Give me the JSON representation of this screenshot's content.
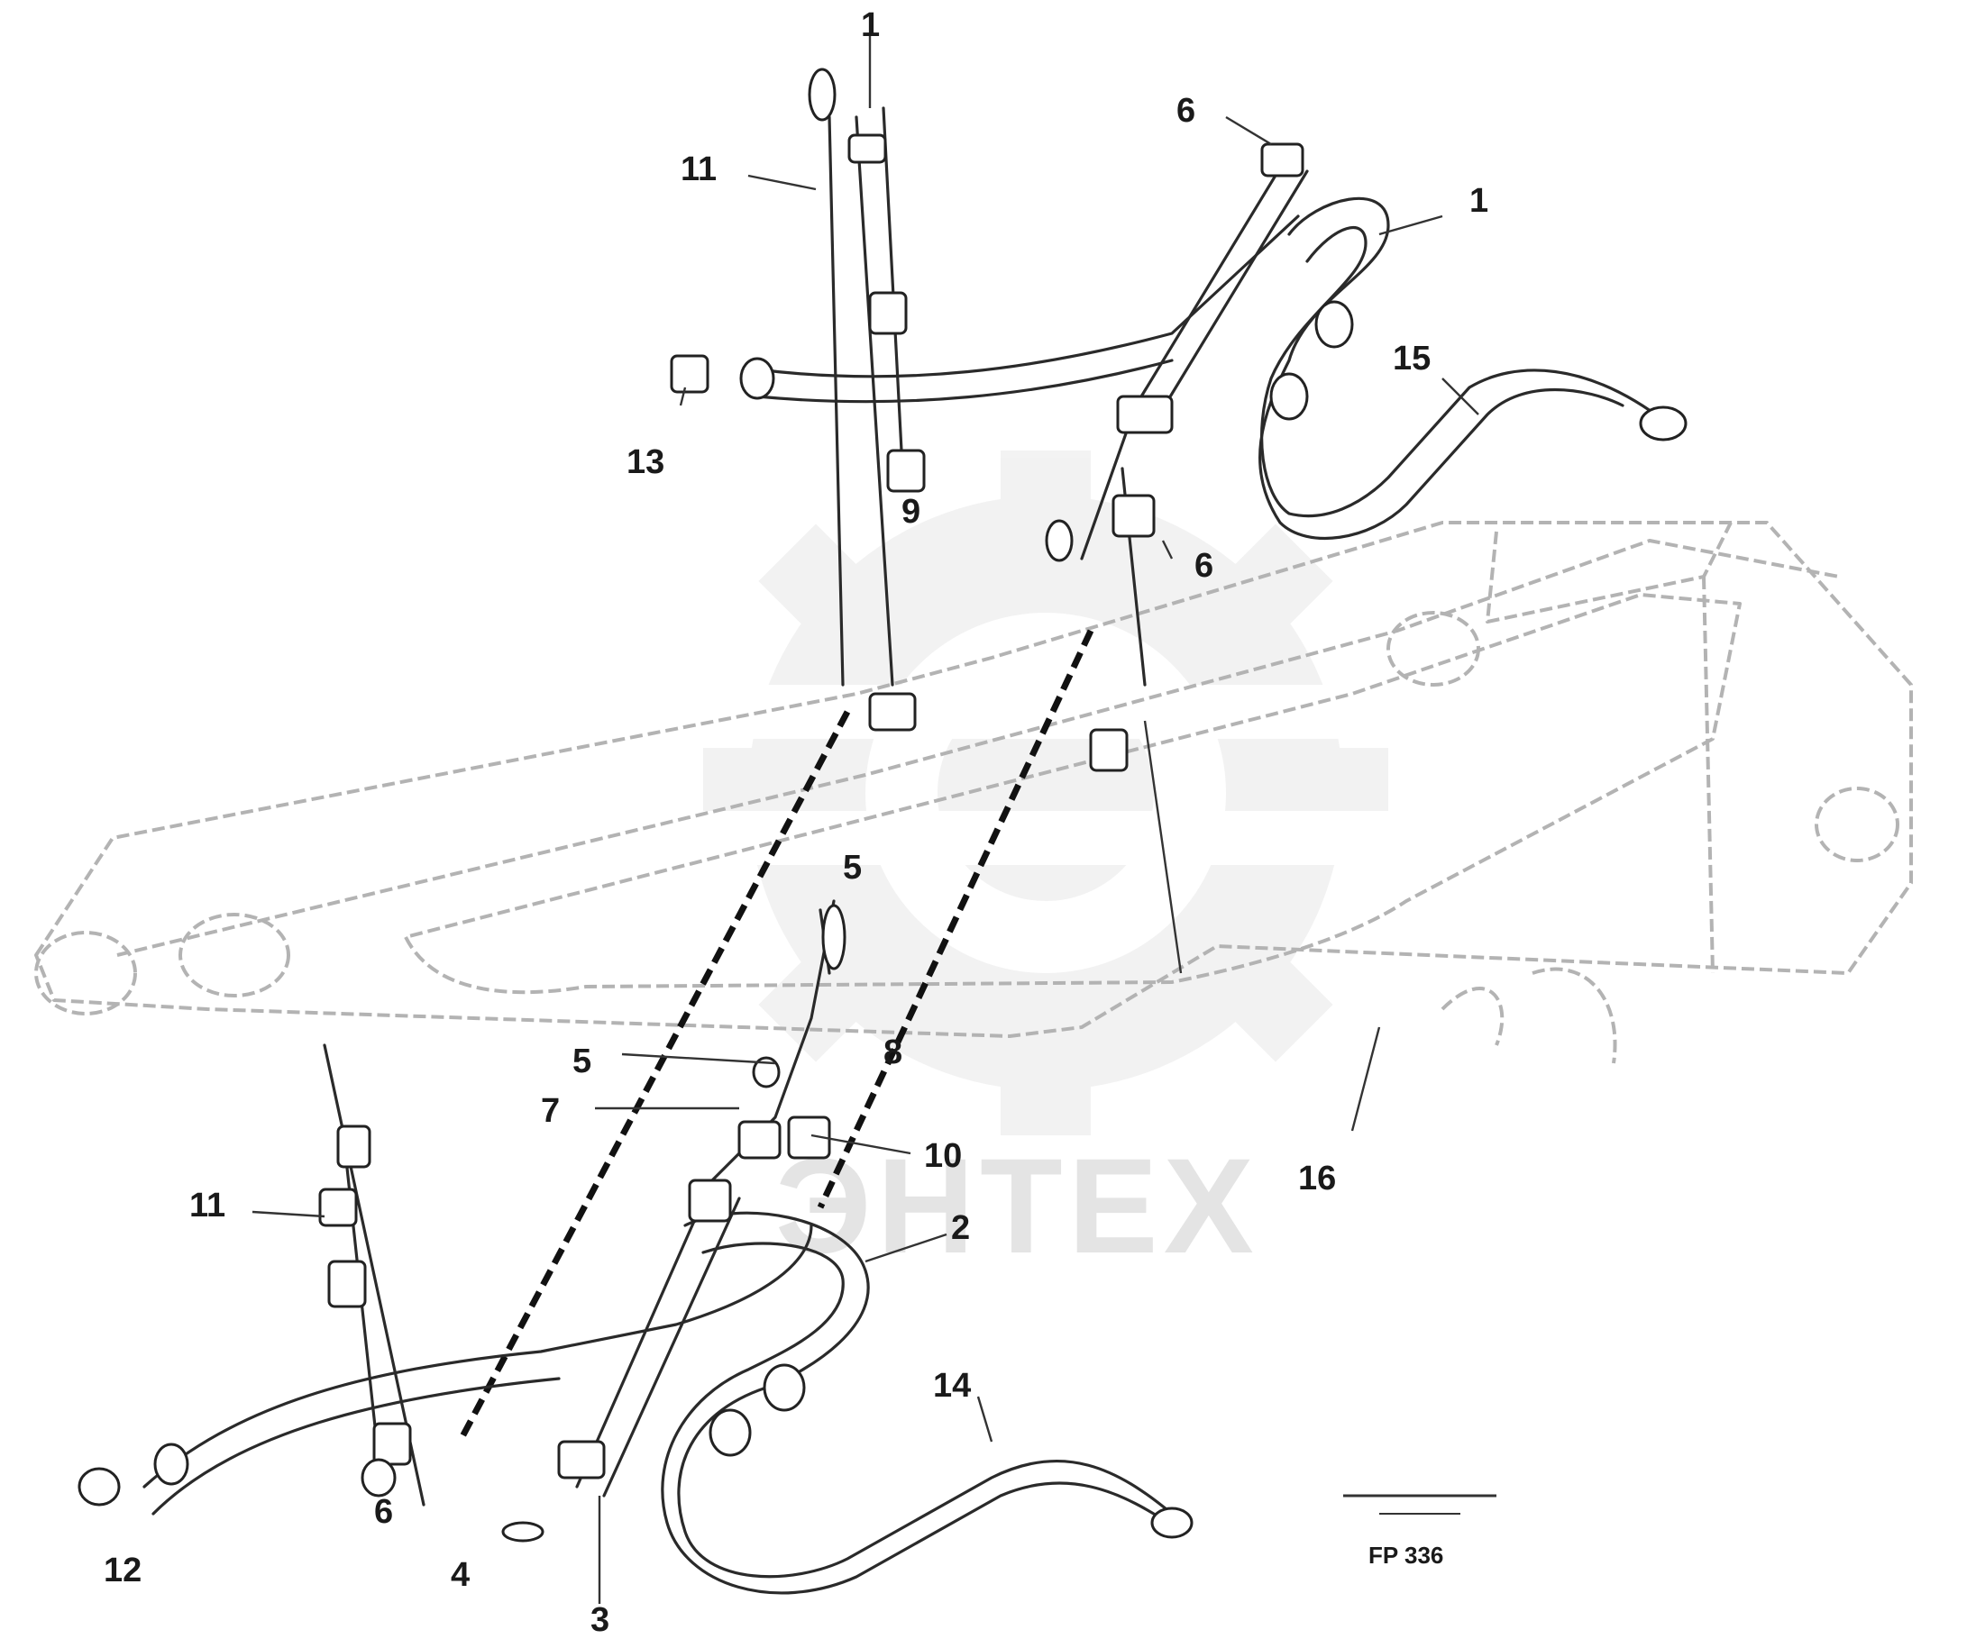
{
  "diagram": {
    "watermark": "ЭНТЕХ",
    "part_labels": [
      "1",
      "1",
      "2",
      "3",
      "4",
      "5",
      "5",
      "6",
      "6",
      "6",
      "7",
      "8",
      "9",
      "10",
      "11",
      "11",
      "12",
      "13",
      "14",
      "15",
      "16"
    ],
    "drawing_code": "FP 336",
    "drawing_code_top": "——"
  }
}
